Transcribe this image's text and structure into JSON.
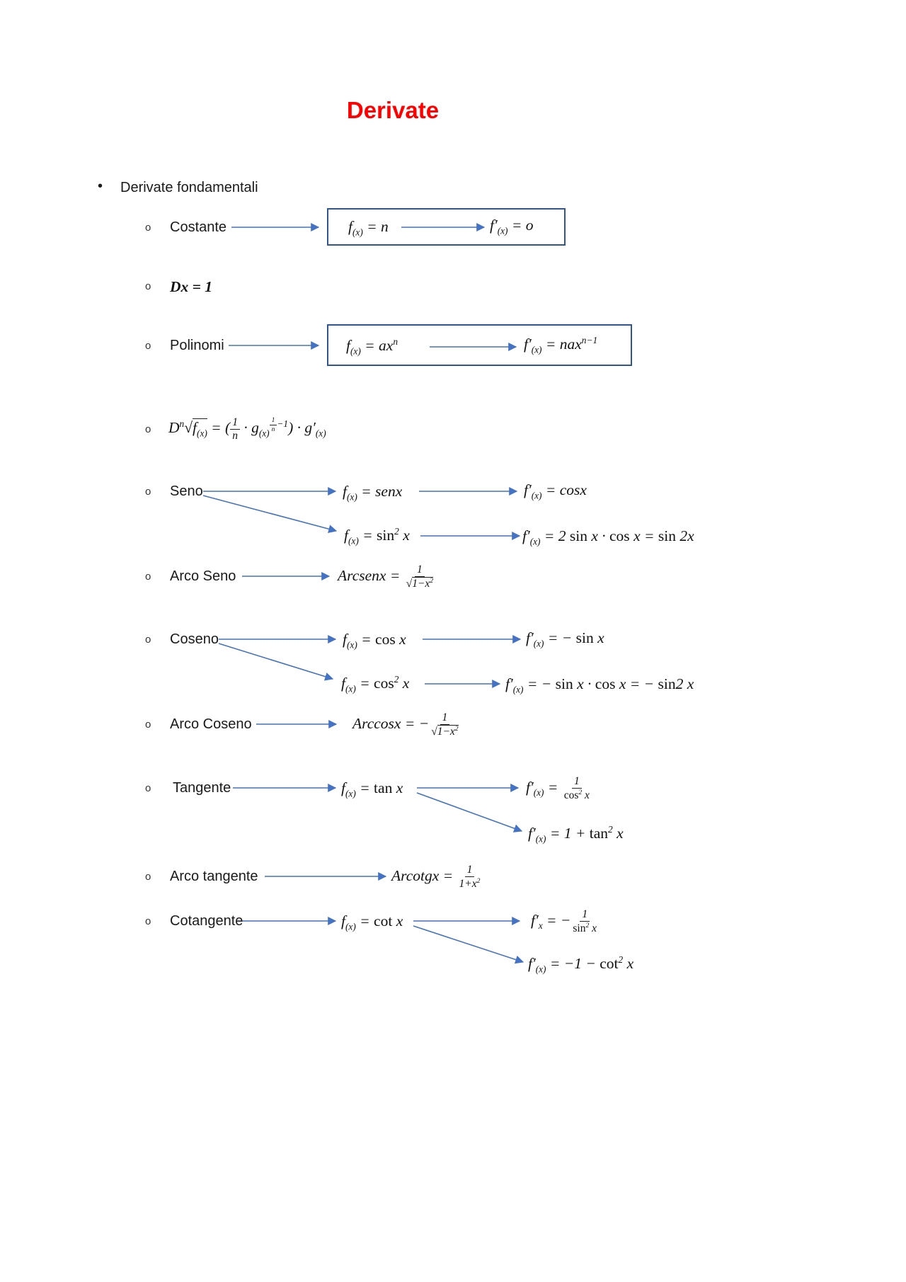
{
  "page": {
    "title": "Derivate",
    "section": "Derivate fondamentali",
    "bullet_l1": "•",
    "bullet_l2": "o",
    "colors": {
      "title_red": "#FF0000",
      "arrow_blue": "#4472C4",
      "box_blue": "#2F5597"
    }
  },
  "rows": {
    "costante": {
      "label": "Costante",
      "f": "f_{(x)} = n",
      "fp": "f′_{(x)} = o"
    },
    "dx": {
      "formula": "Dx = 1"
    },
    "polinomi": {
      "label": "Polinomi",
      "f": "f_{(x)} =  ax^{n}",
      "fp": "f′_{(x)} =  nax^{n−1}"
    },
    "radice": {
      "formula": "D^{n}@r{f_{(x)}} = (@f{1}{n} · g_{(x)}^{@f{1}{n}−1}) · g′_{(x)}"
    },
    "seno": {
      "label": "Seno",
      "f1": "f_{(x)} = senx",
      "fp1": "f′_{(x)} = cosx",
      "f2": "f_{(x)} = @u{sin}^{2} x",
      "fp2": "f′_{(x)} = 2 @u{sin} x · @u{cos} x = @u{sin} 2x"
    },
    "arcoseno": {
      "label": "Arco Seno",
      "formula": "Arcsenx = @f{1}{@r{1−x^{2}}}"
    },
    "coseno": {
      "label": "Coseno",
      "f1": "f_{(x)} = @u{cos} x",
      "fp1": "f′_{(x)} =  − @u{sin} x",
      "f2": "f_{(x)} = @u{cos}^{2} x",
      "fp2": "f′_{(x)} = − @u{sin} x ·  @u{cos} x = − @u{sin}2 x"
    },
    "arcocoseno": {
      "label": "Arco Coseno",
      "formula": "Arccosx = −@f{1}{@r{1−x^{2}}}"
    },
    "tangente": {
      "label": "Tangente",
      "f": "f_{(x)} = @u{tan} x",
      "fp1": "f′_{(x)} = @f{1}{@u{cos}^{2} x}",
      "fp2": "f′_{(x)} = 1 + @u{tan}^{2} x"
    },
    "arcotangente": {
      "label": "Arco tangente",
      "formula": "Arcotgx = @f{1}{1+x^{2}}"
    },
    "cotangente": {
      "label": "Cotangente",
      "f": "f_{(x)} = @u{cot} x",
      "fp1": "f′_{x} =  −@f{1}{@u{sin}^{2} x}",
      "fp2": "f′_{(x)} = −1 − @u{cot}^{2} x"
    }
  }
}
